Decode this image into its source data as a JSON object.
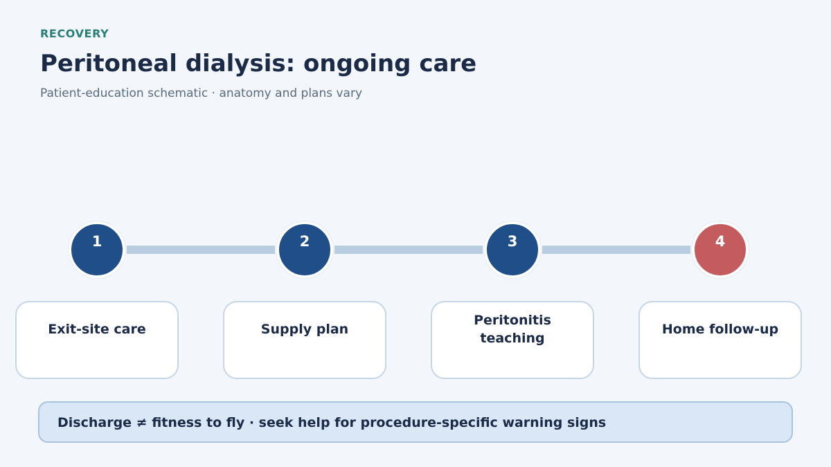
{
  "header": {
    "eyebrow": "RECOVERY",
    "title": "Peritoneal dialysis: ongoing care",
    "subtitle": "Patient-education schematic · anatomy and plans vary"
  },
  "colors": {
    "step_default": "#1f4e89",
    "step_final": "#c45b5e",
    "connector": "#b8cde0",
    "eyebrow": "#2a7f7a"
  },
  "steps": [
    {
      "number": "1",
      "label": "Exit-site care"
    },
    {
      "number": "2",
      "label": "Supply plan"
    },
    {
      "number": "3",
      "label": "Peritonitis teaching"
    },
    {
      "number": "4",
      "label": "Home follow-up"
    }
  ],
  "notice": {
    "text": "Discharge ≠ fitness to fly · seek help for procedure-specific warning signs"
  }
}
